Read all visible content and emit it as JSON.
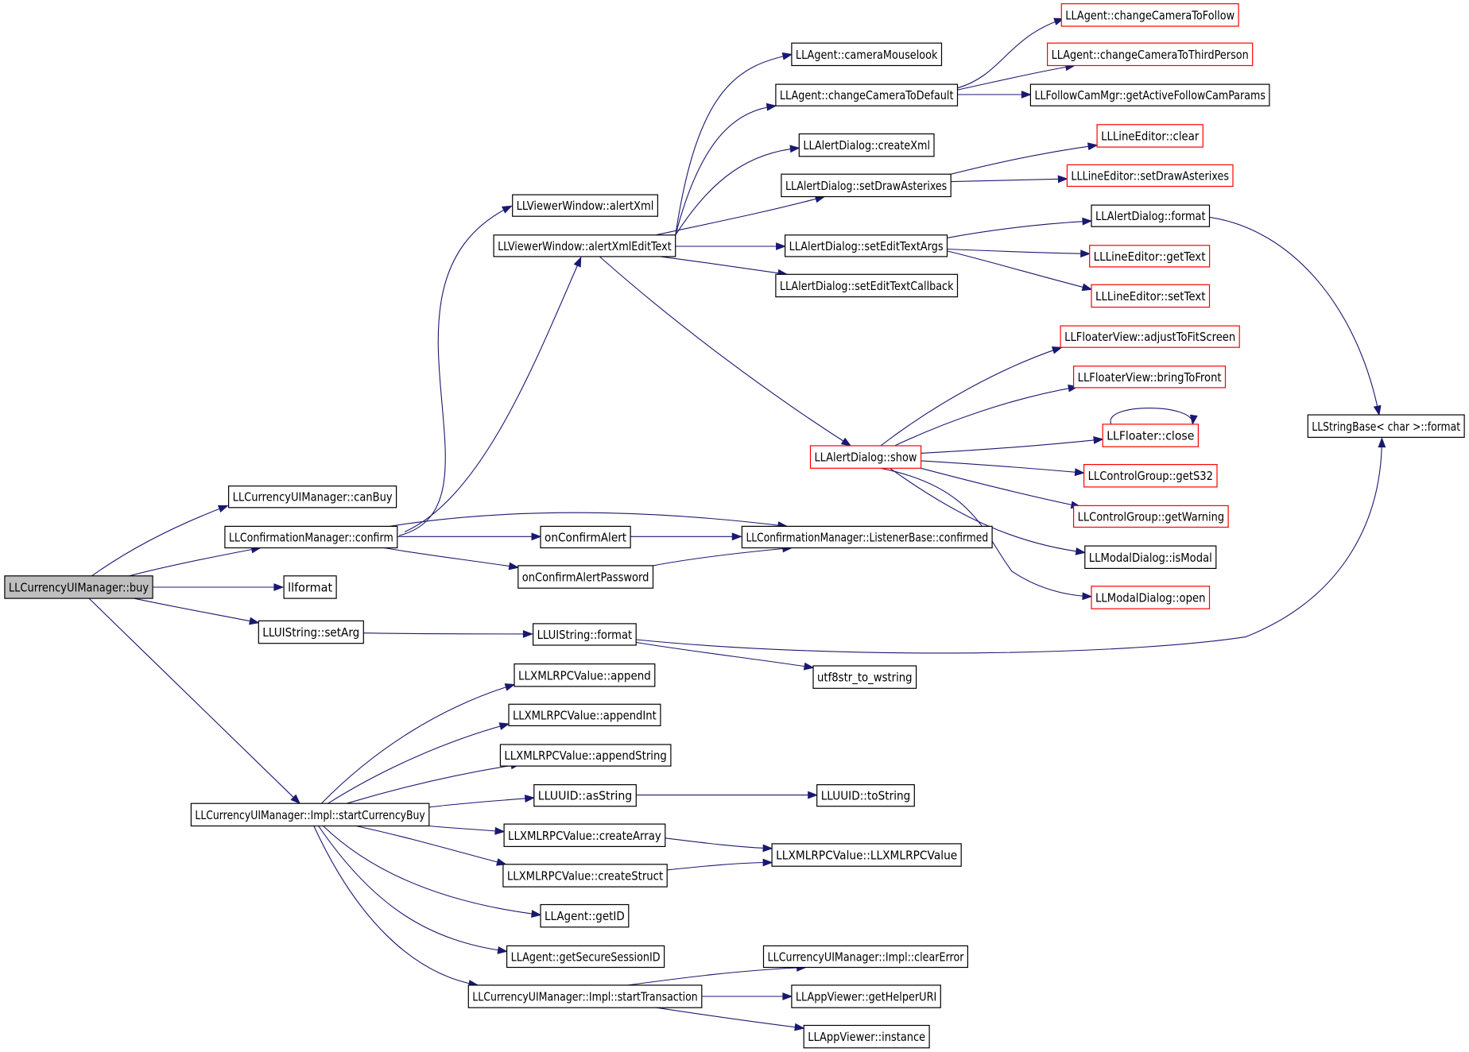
{
  "colors": {
    "edge": "#191970",
    "border_normal": "#000000",
    "border_truncated": "#ff0000",
    "root_fill": "#bfbfbf",
    "node_fill": "#ffffff"
  },
  "nodes": [
    {
      "id": "buy",
      "label": "LLCurrencyUIManager::buy",
      "style": "root"
    },
    {
      "id": "canBuy",
      "label": "LLCurrencyUIManager::canBuy",
      "style": "normal"
    },
    {
      "id": "confirm",
      "label": "LLConfirmationManager::confirm",
      "style": "normal"
    },
    {
      "id": "llformat",
      "label": "llformat",
      "style": "normal"
    },
    {
      "id": "setArg",
      "label": "LLUIString::setArg",
      "style": "normal"
    },
    {
      "id": "startCurrencyBuy",
      "label": "LLCurrencyUIManager::Impl::startCurrencyBuy",
      "style": "normal"
    },
    {
      "id": "alertXml",
      "label": "LLViewerWindow::alertXml",
      "style": "normal"
    },
    {
      "id": "alertXmlEditText",
      "label": "LLViewerWindow::alertXmlEditText",
      "style": "normal"
    },
    {
      "id": "onConfirmAlert",
      "label": "onConfirmAlert",
      "style": "normal"
    },
    {
      "id": "onConfirmAlertPassword",
      "label": "onConfirmAlertPassword",
      "style": "normal"
    },
    {
      "id": "confirmed",
      "label": "LLConfirmationManager::ListenerBase::confirmed",
      "style": "normal"
    },
    {
      "id": "uiFormat",
      "label": "LLUIString::format",
      "style": "normal"
    },
    {
      "id": "utf8str",
      "label": "utf8str_to_wstring",
      "style": "normal"
    },
    {
      "id": "camMouselook",
      "label": "LLAgent::cameraMouselook",
      "style": "normal"
    },
    {
      "id": "camToDefault",
      "label": "LLAgent::changeCameraToDefault",
      "style": "normal"
    },
    {
      "id": "createXml",
      "label": "LLAlertDialog::createXml",
      "style": "normal"
    },
    {
      "id": "setDrawAst",
      "label": "LLAlertDialog::setDrawAsterixes",
      "style": "normal"
    },
    {
      "id": "setEditTextArgs",
      "label": "LLAlertDialog::setEditTextArgs",
      "style": "normal"
    },
    {
      "id": "setEditTextCallback",
      "label": "LLAlertDialog::setEditTextCallback",
      "style": "normal"
    },
    {
      "id": "alertShow",
      "label": "LLAlertDialog::show",
      "style": "truncated"
    },
    {
      "id": "camFollow",
      "label": "LLAgent::changeCameraToFollow",
      "style": "truncated"
    },
    {
      "id": "camThird",
      "label": "LLAgent::changeCameraToThirdPerson",
      "style": "truncated"
    },
    {
      "id": "followCam",
      "label": "LLFollowCamMgr::getActiveFollowCamParams",
      "style": "normal"
    },
    {
      "id": "leClear",
      "label": "LLLineEditor::clear",
      "style": "truncated"
    },
    {
      "id": "leSetDrawAst",
      "label": "LLLineEditor::setDrawAsterixes",
      "style": "truncated"
    },
    {
      "id": "adFormat",
      "label": "LLAlertDialog::format",
      "style": "normal"
    },
    {
      "id": "leGetText",
      "label": "LLLineEditor::getText",
      "style": "truncated"
    },
    {
      "id": "leSetText",
      "label": "LLLineEditor::setText",
      "style": "truncated"
    },
    {
      "id": "fvAdjust",
      "label": "LLFloaterView::adjustToFitScreen",
      "style": "truncated"
    },
    {
      "id": "fvBring",
      "label": "LLFloaterView::bringToFront",
      "style": "truncated"
    },
    {
      "id": "flClose",
      "label": "LLFloater::close",
      "style": "truncated"
    },
    {
      "id": "cgGetS32",
      "label": "LLControlGroup::getS32",
      "style": "truncated"
    },
    {
      "id": "cgGetWarning",
      "label": "LLControlGroup::getWarning",
      "style": "truncated"
    },
    {
      "id": "mdIsModal",
      "label": "LLModalDialog::isModal",
      "style": "normal"
    },
    {
      "id": "mdOpen",
      "label": "LLModalDialog::open",
      "style": "truncated"
    },
    {
      "id": "sbFormat",
      "label": "LLStringBase< char >::format",
      "style": "normal"
    },
    {
      "id": "xAppend",
      "label": "LLXMLRPCValue::append",
      "style": "normal"
    },
    {
      "id": "xAppendInt",
      "label": "LLXMLRPCValue::appendInt",
      "style": "normal"
    },
    {
      "id": "xAppendString",
      "label": "LLXMLRPCValue::appendString",
      "style": "normal"
    },
    {
      "id": "uuidAsString",
      "label": "LLUUID::asString",
      "style": "normal"
    },
    {
      "id": "uuidToString",
      "label": "LLUUID::toString",
      "style": "normal"
    },
    {
      "id": "xCreateArray",
      "label": "LLXMLRPCValue::createArray",
      "style": "normal"
    },
    {
      "id": "xCreateStruct",
      "label": "LLXMLRPCValue::createStruct",
      "style": "normal"
    },
    {
      "id": "xValue",
      "label": "LLXMLRPCValue::LLXMLRPCValue",
      "style": "normal"
    },
    {
      "id": "agGetID",
      "label": "LLAgent::getID",
      "style": "normal"
    },
    {
      "id": "agGetSecure",
      "label": "LLAgent::getSecureSessionID",
      "style": "normal"
    },
    {
      "id": "startTrans",
      "label": "LLCurrencyUIManager::Impl::startTransaction",
      "style": "normal"
    },
    {
      "id": "clearError",
      "label": "LLCurrencyUIManager::Impl::clearError",
      "style": "normal"
    },
    {
      "id": "getHelperURI",
      "label": "LLAppViewer::getHelperURI",
      "style": "normal"
    },
    {
      "id": "appInstance",
      "label": "LLAppViewer::instance",
      "style": "normal"
    }
  ],
  "edges": [
    [
      "buy",
      "canBuy"
    ],
    [
      "buy",
      "confirm"
    ],
    [
      "buy",
      "llformat"
    ],
    [
      "buy",
      "setArg"
    ],
    [
      "buy",
      "startCurrencyBuy"
    ],
    [
      "confirm",
      "alertXml"
    ],
    [
      "confirm",
      "alertXmlEditText"
    ],
    [
      "confirm",
      "onConfirmAlert"
    ],
    [
      "confirm",
      "onConfirmAlertPassword"
    ],
    [
      "confirm",
      "confirmed"
    ],
    [
      "onConfirmAlert",
      "confirmed"
    ],
    [
      "onConfirmAlertPassword",
      "confirmed"
    ],
    [
      "setArg",
      "uiFormat"
    ],
    [
      "uiFormat",
      "utf8str"
    ],
    [
      "uiFormat",
      "sbFormat"
    ],
    [
      "alertXmlEditText",
      "camMouselook"
    ],
    [
      "alertXmlEditText",
      "camToDefault"
    ],
    [
      "alertXmlEditText",
      "createXml"
    ],
    [
      "alertXmlEditText",
      "setDrawAst"
    ],
    [
      "alertXmlEditText",
      "setEditTextArgs"
    ],
    [
      "alertXmlEditText",
      "setEditTextCallback"
    ],
    [
      "alertXmlEditText",
      "alertShow"
    ],
    [
      "camToDefault",
      "camFollow"
    ],
    [
      "camToDefault",
      "camThird"
    ],
    [
      "camToDefault",
      "followCam"
    ],
    [
      "setDrawAst",
      "leClear"
    ],
    [
      "setDrawAst",
      "leSetDrawAst"
    ],
    [
      "setEditTextArgs",
      "adFormat"
    ],
    [
      "setEditTextArgs",
      "leGetText"
    ],
    [
      "setEditTextArgs",
      "leSetText"
    ],
    [
      "adFormat",
      "sbFormat"
    ],
    [
      "alertShow",
      "fvAdjust"
    ],
    [
      "alertShow",
      "fvBring"
    ],
    [
      "alertShow",
      "flClose"
    ],
    [
      "alertShow",
      "cgGetS32"
    ],
    [
      "alertShow",
      "cgGetWarning"
    ],
    [
      "alertShow",
      "mdIsModal"
    ],
    [
      "alertShow",
      "mdOpen"
    ],
    [
      "flClose",
      "flClose"
    ],
    [
      "startCurrencyBuy",
      "xAppend"
    ],
    [
      "startCurrencyBuy",
      "xAppendInt"
    ],
    [
      "startCurrencyBuy",
      "xAppendString"
    ],
    [
      "startCurrencyBuy",
      "uuidAsString"
    ],
    [
      "startCurrencyBuy",
      "xCreateArray"
    ],
    [
      "startCurrencyBuy",
      "xCreateStruct"
    ],
    [
      "startCurrencyBuy",
      "agGetID"
    ],
    [
      "startCurrencyBuy",
      "agGetSecure"
    ],
    [
      "startCurrencyBuy",
      "startTrans"
    ],
    [
      "uuidAsString",
      "uuidToString"
    ],
    [
      "xCreateArray",
      "xValue"
    ],
    [
      "xCreateStruct",
      "xValue"
    ],
    [
      "startTrans",
      "clearError"
    ],
    [
      "startTrans",
      "getHelperURI"
    ],
    [
      "startTrans",
      "appInstance"
    ]
  ]
}
